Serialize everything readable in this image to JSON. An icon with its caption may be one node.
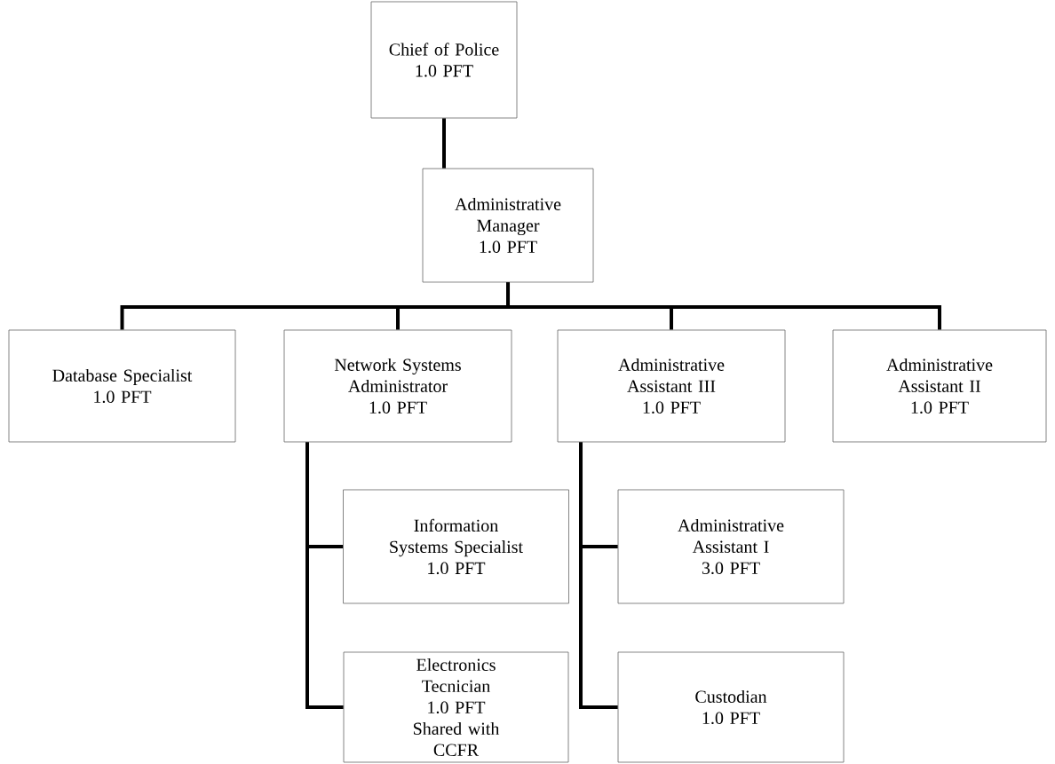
{
  "diagram": {
    "nodes": [
      {
        "text": [
          "Chief of Police",
          "1.0 PFT"
        ]
      },
      {
        "text": [
          "Administrative Manager",
          "1.0 PFT"
        ]
      },
      {
        "text": [
          "Database Specialist",
          "1.0 PFT"
        ]
      },
      {
        "text": [
          "Network Systems Administrator",
          "1.0 PFT"
        ]
      },
      {
        "text": [
          "Administrative Assistant III",
          "1.0 PFT"
        ]
      },
      {
        "text": [
          "Administrative Assistant II",
          "1.0 PFT"
        ]
      },
      {
        "text": [
          "Information Systems Specialist",
          "1.0 PFT"
        ]
      },
      {
        "text": [
          "Electronics Tecnician",
          "1.0 PFT",
          "Shared with CCFR"
        ]
      },
      {
        "text": [
          "Administrative Assistant I",
          "3.0 PFT"
        ]
      },
      {
        "text": [
          "Custodian",
          "1.0 PFT"
        ]
      }
    ],
    "edges": [
      {
        "from": 0,
        "to": 1,
        "arrow": "none"
      },
      {
        "from": 1,
        "to": 2,
        "arrow": "none"
      },
      {
        "from": 1,
        "to": 3,
        "arrow": "none"
      },
      {
        "from": 1,
        "to": 4,
        "arrow": "none"
      },
      {
        "from": 1,
        "to": 5,
        "arrow": "none"
      },
      {
        "from": 3,
        "to": 6,
        "arrow": "none"
      },
      {
        "from": 3,
        "to": 7,
        "arrow": "none"
      },
      {
        "from": 4,
        "to": 8,
        "arrow": "none"
      },
      {
        "from": 4,
        "to": 9,
        "arrow": "none"
      }
    ]
  }
}
